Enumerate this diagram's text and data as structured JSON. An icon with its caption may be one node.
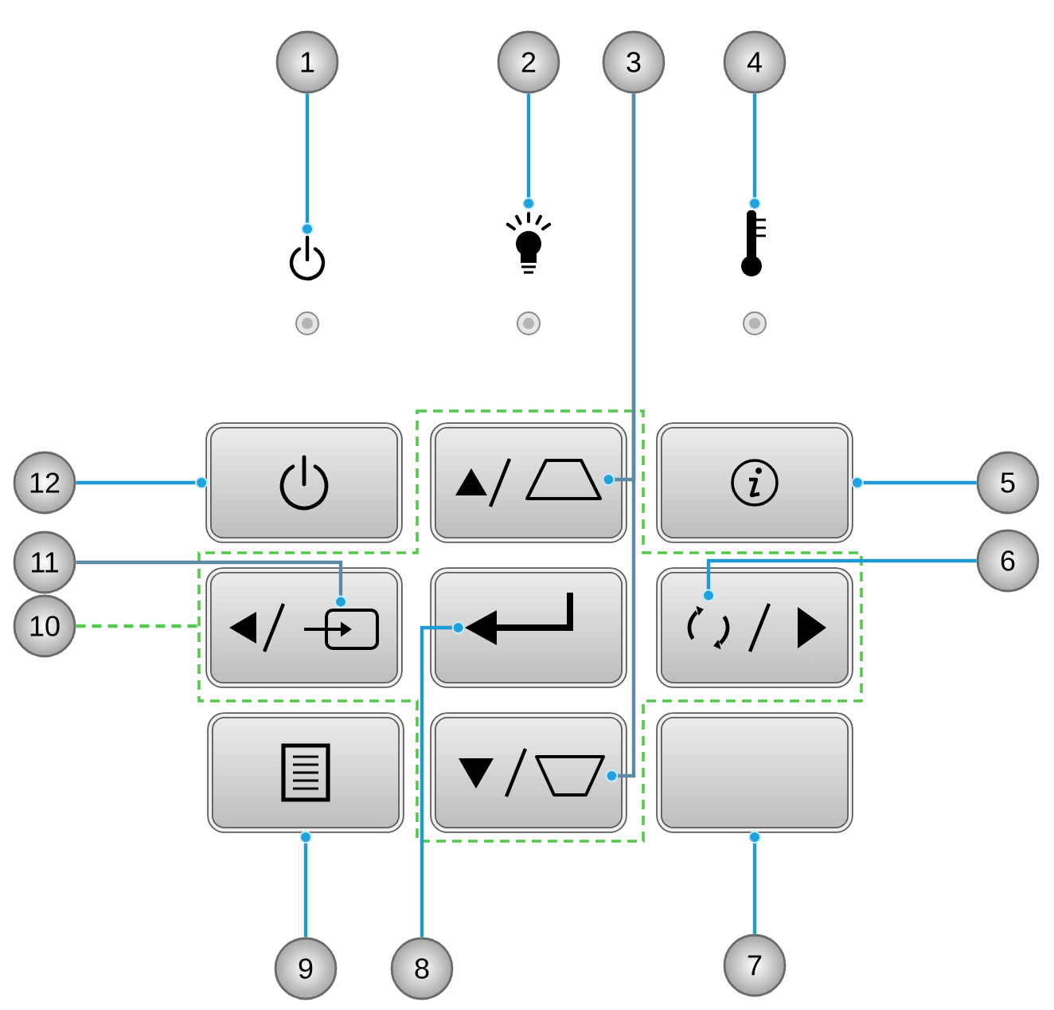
{
  "diagram": {
    "nodes": [
      {
        "text": [
          "1"
        ]
      },
      {
        "text": [
          "2"
        ]
      },
      {
        "text": [
          "3"
        ]
      },
      {
        "text": [
          "4"
        ]
      },
      {
        "text": [],
        "shape": "picture"
      },
      {
        "text": [],
        "shape": "picture"
      },
      {
        "text": [],
        "shape": "picture"
      },
      {
        "text": [
          "12"
        ]
      },
      {
        "text": [],
        "shape": "box"
      },
      {
        "text": [],
        "shape": "cross"
      },
      {
        "text": [],
        "shape": "box",
        "in": 9
      },
      {
        "text": [],
        "shape": "picture",
        "in": 10
      },
      {
        "text": [],
        "shape": "box"
      },
      {
        "text": [
          "5"
        ]
      },
      {
        "text": [
          "11"
        ]
      },
      {
        "text": [
          "10"
        ]
      },
      {
        "text": [],
        "shape": "box",
        "in": 9
      },
      {
        "text": [],
        "shape": "picture",
        "in": 16
      },
      {
        "text": [],
        "shape": "box",
        "in": 9
      },
      {
        "text": [],
        "shape": "picture",
        "in": 18
      },
      {
        "text": [],
        "shape": "box",
        "in": 9
      },
      {
        "text": [],
        "shape": "picture",
        "in": 20
      },
      {
        "text": [
          "6"
        ]
      },
      {
        "text": [],
        "shape": "box"
      },
      {
        "text": [],
        "shape": "box",
        "in": 9
      },
      {
        "text": [],
        "shape": "picture",
        "in": 24
      },
      {
        "text": [],
        "shape": "box"
      },
      {
        "text": [
          "9"
        ]
      },
      {
        "text": [
          "8"
        ]
      },
      {
        "text": [
          "7"
        ]
      }
    ],
    "edges": [
      {
        "from": 0,
        "to": 4,
        "arrow": "other"
      },
      {
        "from": 1,
        "to": 5,
        "arrow": "other"
      },
      {
        "from": 2,
        "to": 11,
        "arrow": "other",
        "color": "#5a8ba6"
      },
      {
        "from": 2,
        "to": 25,
        "arrow": "other",
        "color": "#5a8ba6"
      },
      {
        "from": 3,
        "to": 6,
        "arrow": "other"
      },
      {
        "from": 7,
        "to": 8,
        "arrow": "other"
      },
      {
        "from": 13,
        "to": 12,
        "arrow": "other"
      },
      {
        "from": 14,
        "to": 17,
        "arrow": "other",
        "color": "#5a8ba6"
      },
      {
        "from": 15,
        "to": 9,
        "arrow": "none",
        "style": "dashed",
        "color": "#55c94a"
      },
      {
        "from": 22,
        "to": 21,
        "arrow": "other"
      },
      {
        "from": 27,
        "to": 23,
        "arrow": "other"
      },
      {
        "from": 28,
        "to": 19,
        "arrow": "other"
      },
      {
        "from": 29,
        "to": 26,
        "arrow": "other"
      }
    ]
  }
}
